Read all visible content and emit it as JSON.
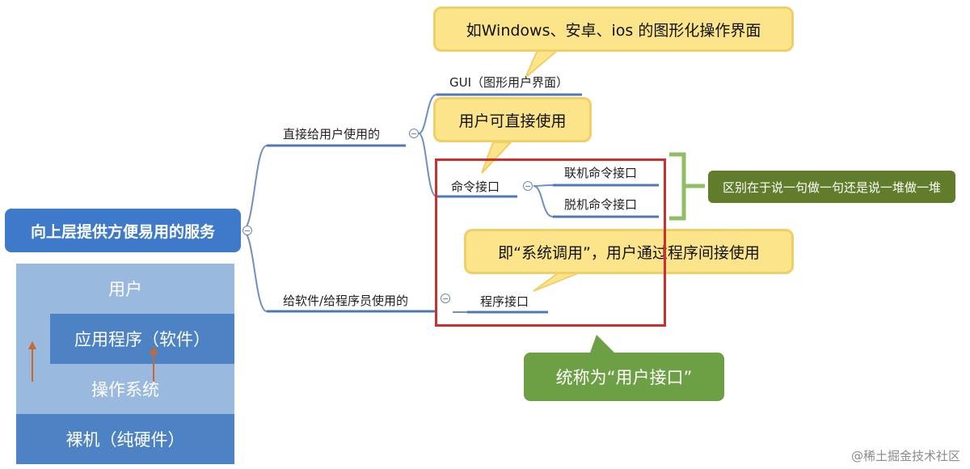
{
  "root": {
    "label": "向上层提供方便易用的服务"
  },
  "branches": {
    "direct": "直接给用户使用的",
    "program": "给软件/给程序员使用的"
  },
  "sub": {
    "gui": "GUI（图形用户界面）",
    "command": "命令接口",
    "online": "联机命令接口",
    "offline": "脱机命令接口",
    "program_interface": "程序接口"
  },
  "callouts": {
    "gui_note": "如Windows、安卓、ios 的图形化操作界面",
    "command_note": "用户可直接使用",
    "syscall_note": "即“系统调用”，用户通过程序间接使用"
  },
  "notes": {
    "difference": "区别在于说一句做一句还是说一堆做一堆",
    "summary": "统称为“用户接口”"
  },
  "layers": {
    "user": "用户",
    "application": "应用程序（软件）",
    "os": "操作系统",
    "hardware": "裸机（纯硬件）"
  },
  "colors": {
    "root_blue": "#3f79c9",
    "branch_line": "#4f79b5",
    "callout_yellow": "#fbe48a",
    "callout_border": "#f1cf68",
    "red_border": "#cf2e2e",
    "green_note": "#617d2c",
    "green_box": "#6da045",
    "bracket_green": "#8fbf63",
    "layer_light": "#9ab9de",
    "layer_dark": "#4d83c4",
    "arrow_orange": "#c9682d"
  },
  "watermark": "@稀土掘金技术社区"
}
